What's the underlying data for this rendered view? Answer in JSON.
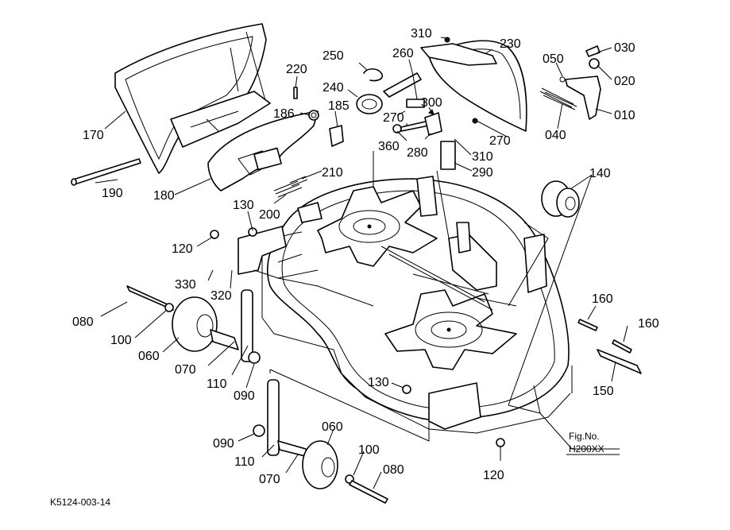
{
  "callouts": [
    {
      "id": "170",
      "text": "170"
    },
    {
      "id": "190",
      "text": "190"
    },
    {
      "id": "180",
      "text": "180"
    },
    {
      "id": "220",
      "text": "220"
    },
    {
      "id": "186",
      "text": "186"
    },
    {
      "id": "185",
      "text": "185"
    },
    {
      "id": "250",
      "text": "250"
    },
    {
      "id": "240",
      "text": "240"
    },
    {
      "id": "260",
      "text": "260"
    },
    {
      "id": "310a",
      "text": "310"
    },
    {
      "id": "230",
      "text": "230"
    },
    {
      "id": "300",
      "text": "300"
    },
    {
      "id": "270a",
      "text": "270"
    },
    {
      "id": "270b",
      "text": "270"
    },
    {
      "id": "360",
      "text": "360"
    },
    {
      "id": "280",
      "text": "280"
    },
    {
      "id": "310b",
      "text": "310"
    },
    {
      "id": "290",
      "text": "290"
    },
    {
      "id": "050",
      "text": "050"
    },
    {
      "id": "030",
      "text": "030"
    },
    {
      "id": "020",
      "text": "020"
    },
    {
      "id": "010",
      "text": "010"
    },
    {
      "id": "040",
      "text": "040"
    },
    {
      "id": "210",
      "text": "210"
    },
    {
      "id": "200",
      "text": "200"
    },
    {
      "id": "130a",
      "text": "130"
    },
    {
      "id": "120a",
      "text": "120"
    },
    {
      "id": "140",
      "text": "140"
    },
    {
      "id": "330",
      "text": "330"
    },
    {
      "id": "320",
      "text": "320"
    },
    {
      "id": "080a",
      "text": "080"
    },
    {
      "id": "100a",
      "text": "100"
    },
    {
      "id": "060a",
      "text": "060"
    },
    {
      "id": "070a",
      "text": "070"
    },
    {
      "id": "110a",
      "text": "110"
    },
    {
      "id": "090a",
      "text": "090"
    },
    {
      "id": "160a",
      "text": "160"
    },
    {
      "id": "160b",
      "text": "160"
    },
    {
      "id": "150",
      "text": "150"
    },
    {
      "id": "130b",
      "text": "130"
    },
    {
      "id": "090b",
      "text": "090"
    },
    {
      "id": "110b",
      "text": "110"
    },
    {
      "id": "070b",
      "text": "070"
    },
    {
      "id": "060b",
      "text": "060"
    },
    {
      "id": "100b",
      "text": "100"
    },
    {
      "id": "080b",
      "text": "080"
    },
    {
      "id": "120b",
      "text": "120"
    }
  ],
  "figure": {
    "label": "Fig.No.",
    "number": "H200XX"
  },
  "drawing_code": "K5124-003-14"
}
